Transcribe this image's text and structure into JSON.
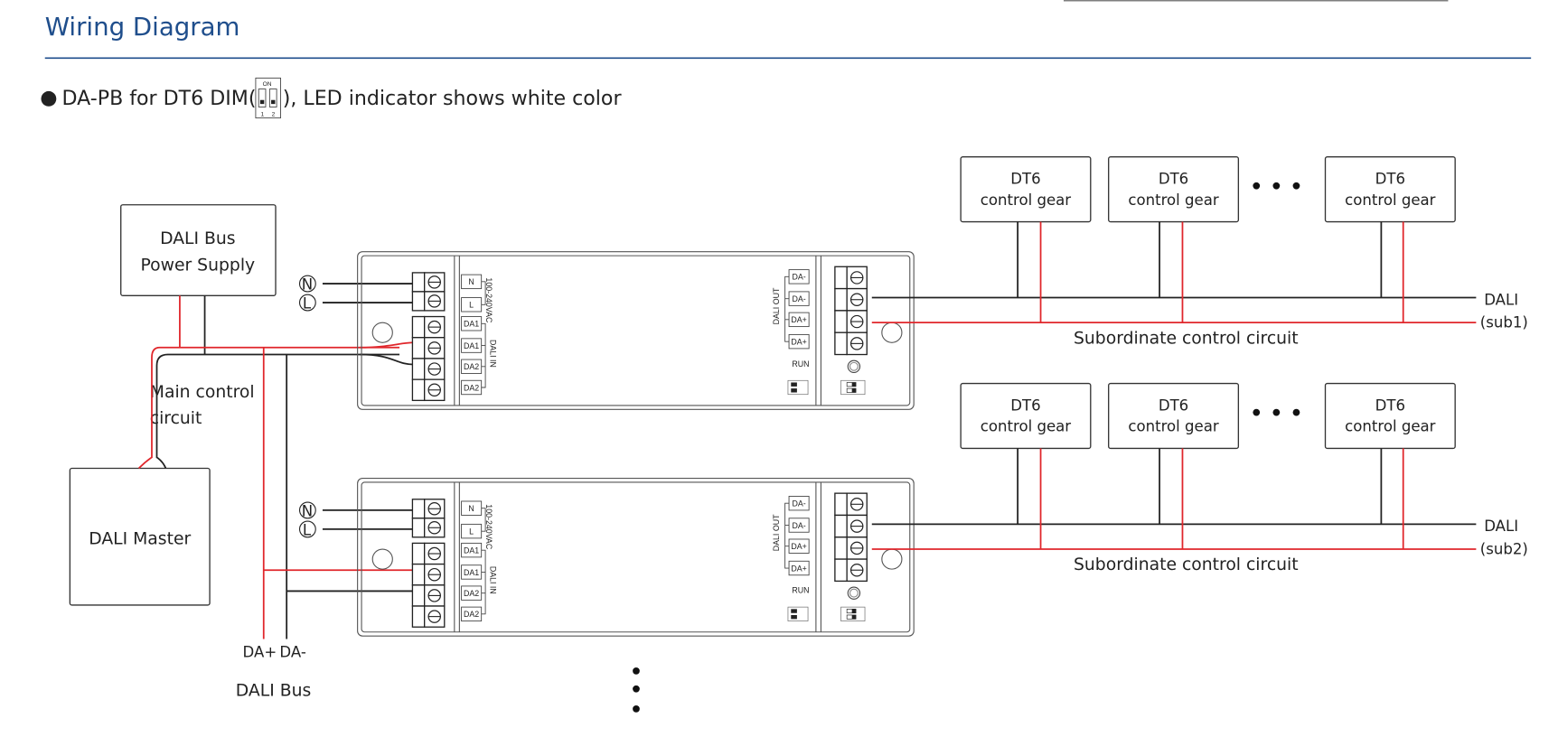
{
  "header": {
    "title": "Wiring Diagram",
    "accent_color": "#1f4e8c"
  },
  "subtitle": {
    "bullet": "●",
    "before": "DA-PB for DT6 DIM(",
    "after": "), LED indicator shows white color",
    "dip_on": "ON",
    "dip_1": "1",
    "dip_2": "2"
  },
  "power_supply": {
    "line1": "DALI Bus",
    "line2": "Power Supply"
  },
  "master": {
    "label": "DALI Master"
  },
  "main_circuit": {
    "line1": "Main control",
    "line2": "circuit"
  },
  "bus": {
    "da_plus": "DA+",
    "da_minus": "DA-",
    "label": "DALI Bus"
  },
  "mains": {
    "n": "N",
    "l": "L"
  },
  "device": {
    "input_labels": [
      "N",
      "L",
      "DA1",
      "DA1",
      "DA2",
      "DA2"
    ],
    "ac_label": "100-240VAC",
    "dali_in": "DALI IN",
    "dali_out": "DALI OUT",
    "output_labels": [
      "DA-",
      "DA-",
      "DA+",
      "DA+"
    ],
    "run": "RUN"
  },
  "subcircuits": [
    {
      "gear": [
        {
          "line1": "DT6",
          "line2": "control gear"
        },
        {
          "line1": "DT6",
          "line2": "control gear"
        },
        {
          "line1": "DT6",
          "line2": "control gear"
        }
      ],
      "dali": "DALI",
      "sub": "(sub1)",
      "label": "Subordinate control circuit"
    },
    {
      "gear": [
        {
          "line1": "DT6",
          "line2": "control gear"
        },
        {
          "line1": "DT6",
          "line2": "control gear"
        },
        {
          "line1": "DT6",
          "line2": "control gear"
        }
      ],
      "dali": "DALI",
      "sub": "(sub2)",
      "label": "Subordinate control circuit"
    }
  ],
  "colors": {
    "wire_positive": "#e0262b",
    "wire_negative": "#222222"
  }
}
